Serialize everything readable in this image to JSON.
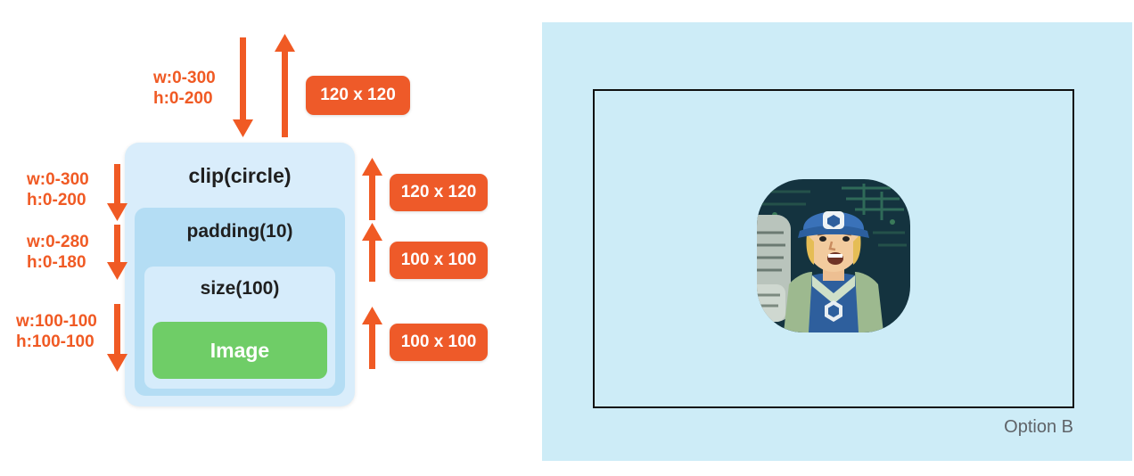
{
  "diagram": {
    "boxes": {
      "clip": "clip(circle)",
      "padding": "padding(10)",
      "size": "size(100)",
      "image": "Image"
    },
    "constraints": {
      "top": {
        "w": "w:0-300",
        "h": "h:0-200"
      },
      "clip": {
        "w": "w:0-300",
        "h": "h:0-200"
      },
      "padding": {
        "w": "w:0-280",
        "h": "h:0-180"
      },
      "size": {
        "w": "w:100-100",
        "h": "h:100-100"
      }
    },
    "badges": {
      "top": "120 x 120",
      "clip": "120 x 120",
      "padding": "100 x 100",
      "size": "100 x 100"
    }
  },
  "preview": {
    "option_label": "Option B"
  },
  "colors": {
    "accent_orange": "#f05a24",
    "badge_orange": "#ee5a29",
    "panel_blue": "#cdecf7",
    "clip_fill": "#d9edfb",
    "padding_fill": "#b4ddf4",
    "size_fill": "#d6ecfb",
    "image_green": "#6fcd67",
    "frame_border": "#101010",
    "option_text": "#5f6368"
  }
}
